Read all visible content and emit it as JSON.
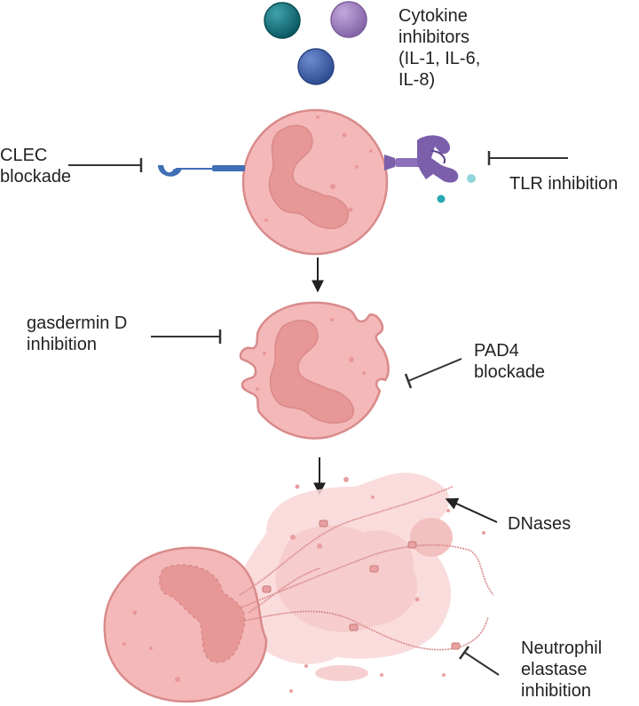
{
  "labels": {
    "cytokine": [
      "Cytokine",
      "inhibitors",
      "(IL-1, IL-6,",
      "IL-8)"
    ],
    "clec": [
      "CLEC",
      "blockade"
    ],
    "tlr": [
      "TLR inhibition"
    ],
    "gasdermin": [
      "gasdermin D",
      "inhibition"
    ],
    "pad4": [
      "PAD4",
      "blockade"
    ],
    "dnases": [
      "DNases"
    ],
    "elastase": [
      "Neutrophil",
      "elastase",
      "inhibition"
    ]
  },
  "colors": {
    "cell_fill": "#f4b8b8",
    "cell_stroke": "#d98a8a",
    "nucleus_fill": "#e89797",
    "net_fill": "#f9d6d6",
    "teal": "#0f6f7a",
    "purple": "#9b7bbd",
    "blue": "#3f5fa8",
    "receptor_purple": "#7b5fab",
    "clec_blue": "#3f6fb5",
    "inhibitor_line": "#333333",
    "small_teal": "#55c3c9"
  }
}
